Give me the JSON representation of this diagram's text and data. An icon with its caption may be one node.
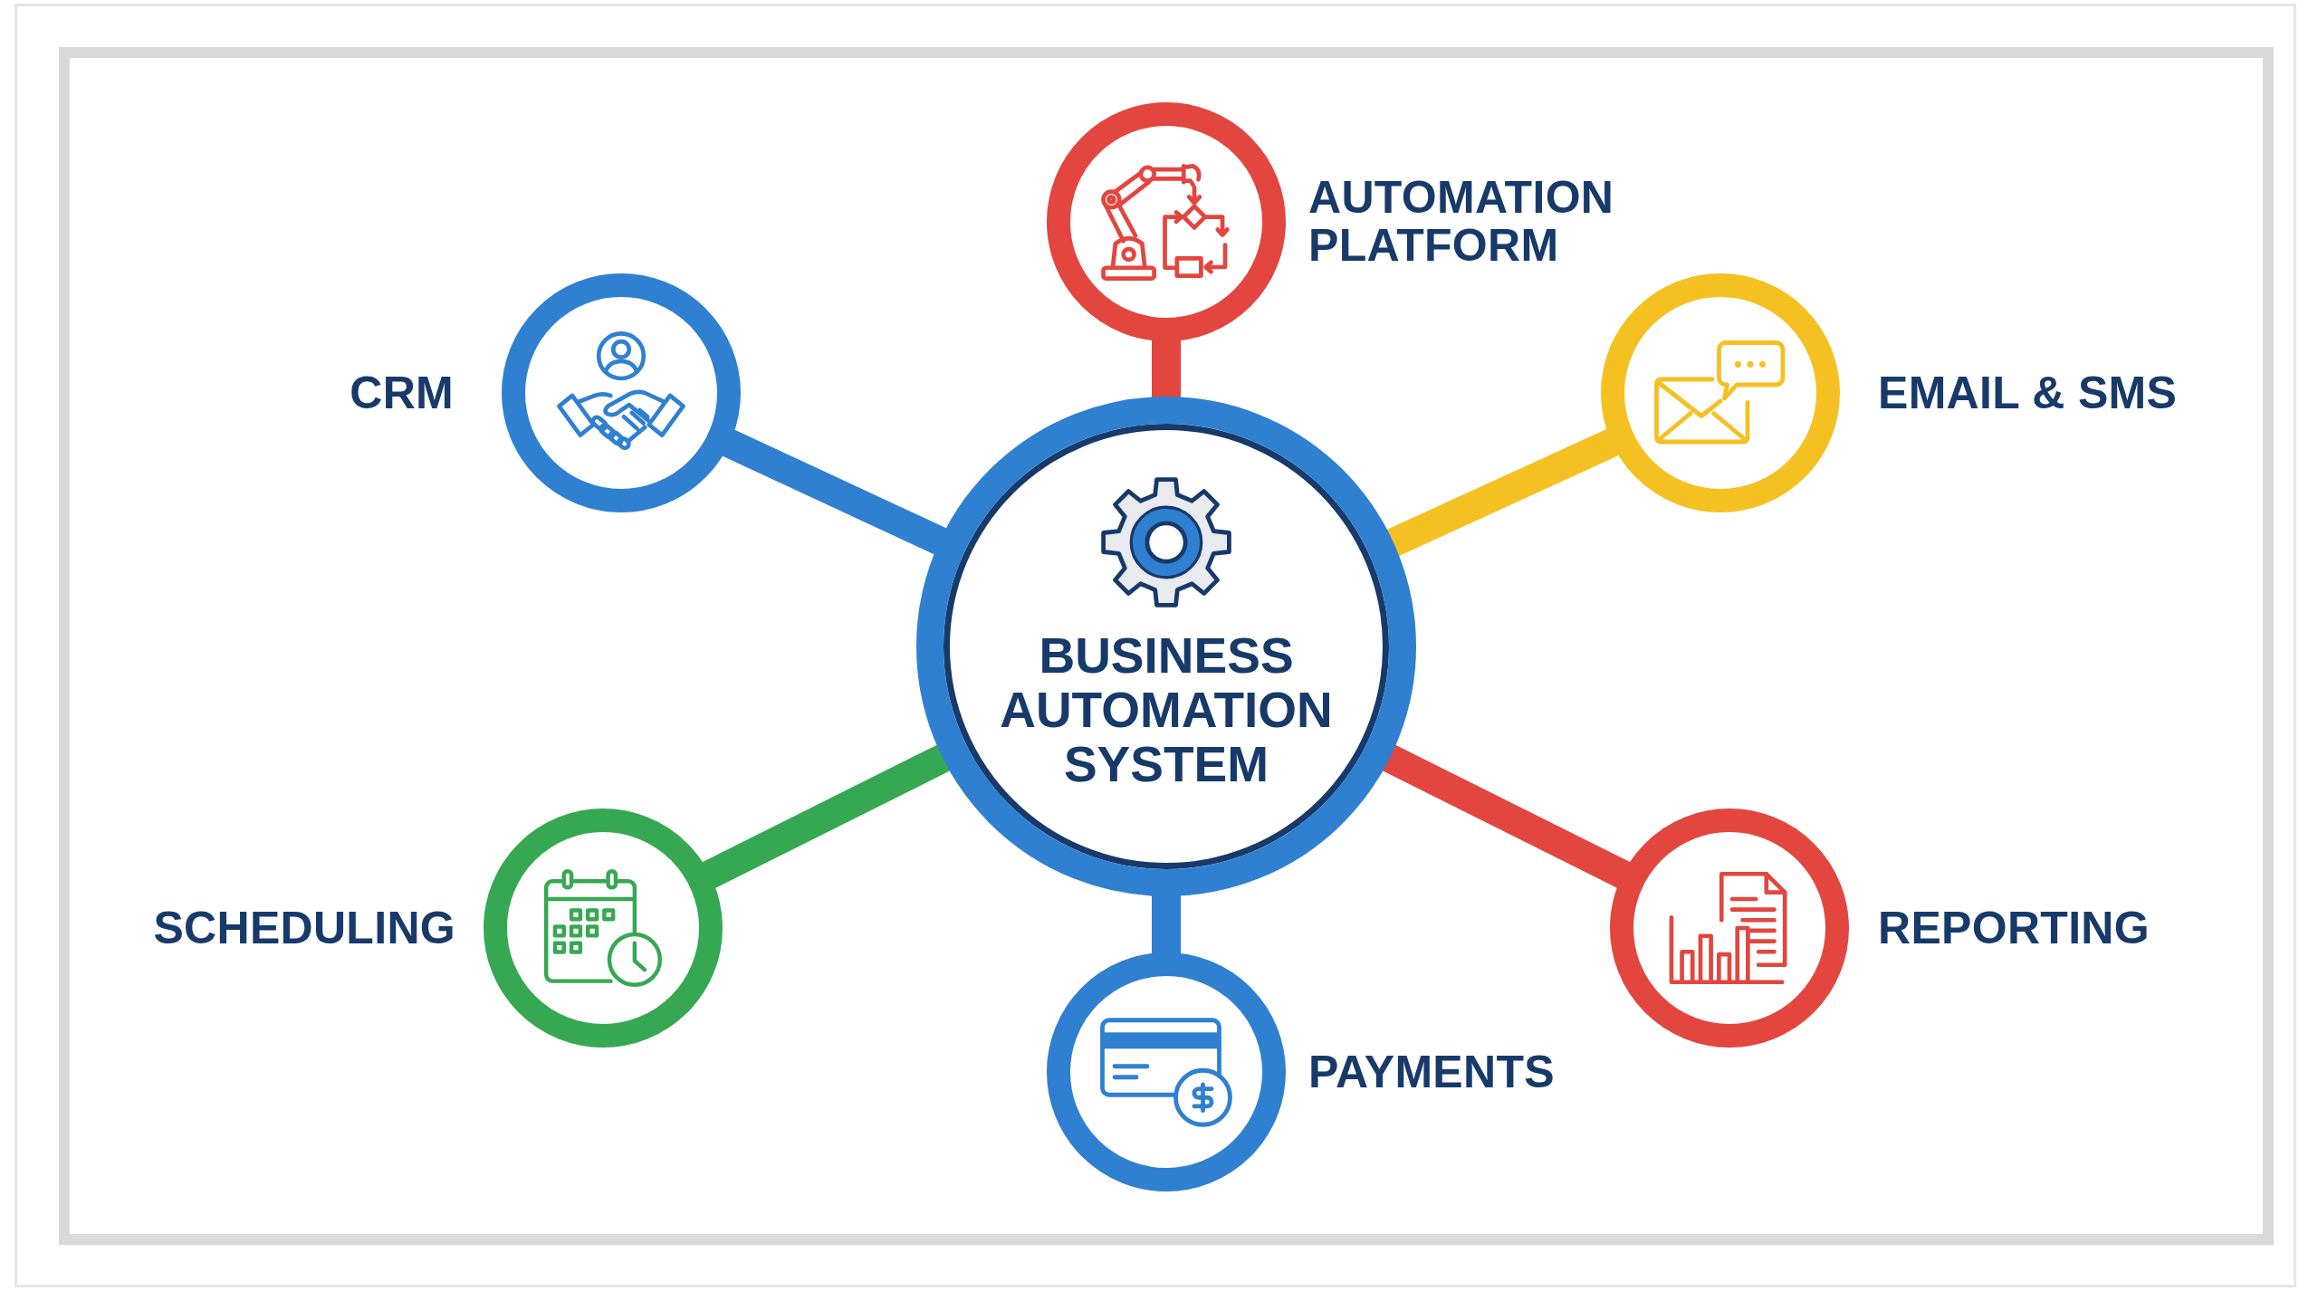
{
  "diagram": {
    "nodes": [
      {
        "text": [
          "AUTOMATION PLATFORM"
        ]
      },
      {
        "text": [
          "CRM"
        ]
      },
      {
        "text": [
          "EMAIL & SMS"
        ]
      },
      {
        "text": [
          "BUSINESS AUTOMATION SYSTEM"
        ]
      },
      {
        "text": [
          "SCHEDULING"
        ]
      },
      {
        "text": [
          "REPORTING"
        ]
      },
      {
        "text": [
          "PAYMENTS"
        ]
      }
    ],
    "edges": [
      {
        "from": 3,
        "to": 0,
        "arrow": "none",
        "color": "#e2463f"
      },
      {
        "from": 3,
        "to": 1,
        "arrow": "none",
        "color": "#2f80d1"
      },
      {
        "from": 3,
        "to": 2,
        "arrow": "none",
        "color": "#f5c022"
      },
      {
        "from": 3,
        "to": 4,
        "arrow": "none",
        "color": "#37a852"
      },
      {
        "from": 3,
        "to": 5,
        "arrow": "none",
        "color": "#e2463f"
      },
      {
        "from": 3,
        "to": 6,
        "arrow": "none",
        "color": "#2f80d1"
      }
    ]
  }
}
